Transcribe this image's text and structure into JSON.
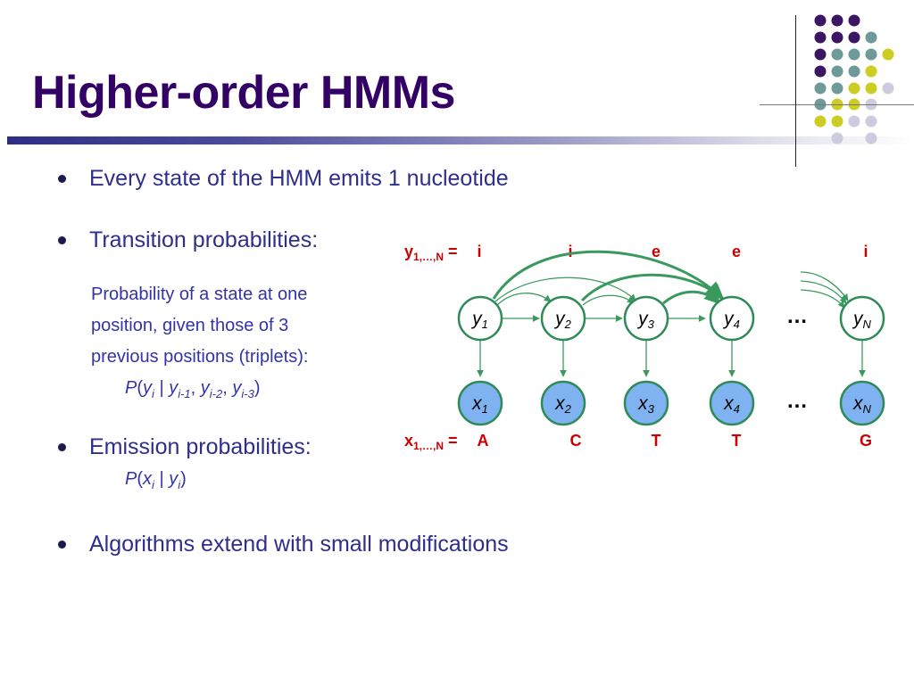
{
  "slide": {
    "title": "Higher-order HMMs",
    "bullets": [
      "Every state of the HMM emits 1 nucleotide",
      "Transition probabilities:",
      "Emission probabilities:",
      "Algorithms extend with small modifications"
    ],
    "transition_note": [
      "Probability of a state at one",
      "position, given those of 3",
      "previous positions (triplets):"
    ]
  },
  "formulas": {
    "transition": {
      "P": "P",
      "open": "(",
      "y1": "y",
      "i1": "i",
      "bar": " | ",
      "y2": "y",
      "i2": "i-1",
      "c1": ", ",
      "y3": "y",
      "i3": "i-2",
      "c2": ", ",
      "y4": "y",
      "i4": "i-3",
      "close": ")"
    },
    "emission": {
      "P": "P",
      "open": "(",
      "x": "x",
      "xi": "i",
      "bar": " | ",
      "y": "y",
      "yi": "i",
      "close": ")"
    }
  },
  "diagram": {
    "y_sequence_label": {
      "var": "y",
      "sub": "1,…,N",
      "eq": " = "
    },
    "x_sequence_label": {
      "var": "x",
      "sub": "1,…,N",
      "eq": " = "
    },
    "state_labels": [
      "i",
      "i",
      "e",
      "e",
      "i"
    ],
    "nucleotides": [
      "A",
      "C",
      "T",
      "T",
      "G"
    ],
    "hidden_nodes": [
      {
        "var": "y",
        "sub": "1"
      },
      {
        "var": "y",
        "sub": "2"
      },
      {
        "var": "y",
        "sub": "3"
      },
      {
        "var": "y",
        "sub": "4"
      },
      {
        "var": "y",
        "sub": "N"
      }
    ],
    "observed_nodes": [
      {
        "var": "x",
        "sub": "1"
      },
      {
        "var": "x",
        "sub": "2"
      },
      {
        "var": "x",
        "sub": "3"
      },
      {
        "var": "x",
        "sub": "4"
      },
      {
        "var": "x",
        "sub": "N"
      }
    ],
    "ellipsis_hidden": "…",
    "ellipsis_observed": "…"
  },
  "colors": {
    "title": "#330066",
    "bullet_text": "#2e2e8c",
    "sub_text": "#3333aa",
    "label_red": "#cc0000",
    "node_stroke": "#2e8b57",
    "observed_fill": "#7fb2f0",
    "arrow": "#3a9a5e",
    "deco_purple": "#3d1663",
    "deco_teal": "#6e9a9a",
    "deco_yellow": "#cccc22",
    "deco_lavender": "#ccccde"
  }
}
